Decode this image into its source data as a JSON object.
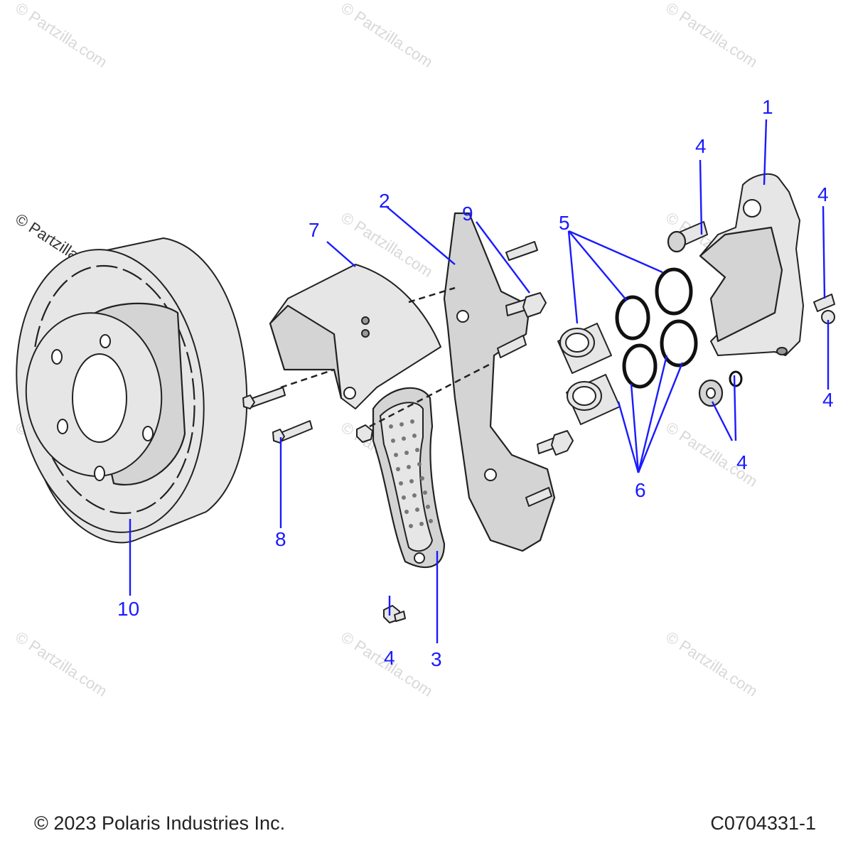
{
  "watermark": "© Partzilla.com",
  "callouts": {
    "c1": "1",
    "c2": "2",
    "c3": "3",
    "c4a": "4",
    "c4b": "4",
    "c4c": "4",
    "c4d": "4",
    "c4e": "4",
    "c5": "5",
    "c6": "6",
    "c7": "7",
    "c8": "8",
    "c9": "9",
    "c10": "10"
  },
  "footer": {
    "copyright": "© 2023 Polaris Industries Inc.",
    "drawing_number": "C0704331-1"
  },
  "colors": {
    "callout": "#1a1aff",
    "part_fill": "#d4d4d4",
    "outline": "#222222"
  }
}
